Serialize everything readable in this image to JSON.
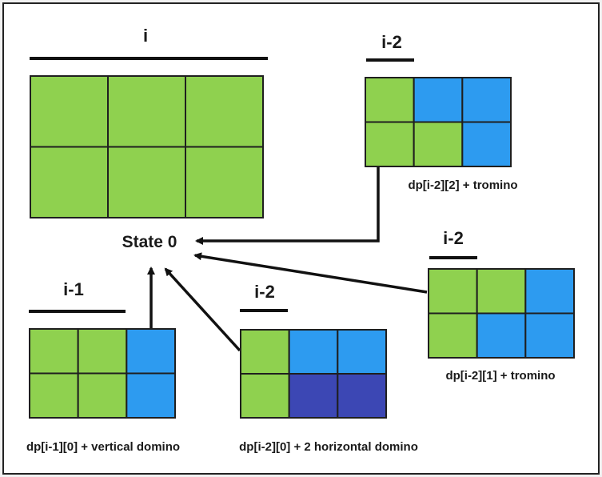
{
  "colors": {
    "green": "#8fd14f",
    "blue": "#2d9bf0",
    "indigo": "#3c47b4",
    "stroke": "#1f1f1f",
    "ink": "#1a1a1a"
  },
  "diagram": {
    "center": {
      "label": "State 0"
    },
    "blocks": [
      {
        "id": "main",
        "header": "i",
        "caption": "",
        "grid": [
          [
            "green",
            "green",
            "green"
          ],
          [
            "green",
            "green",
            "green"
          ]
        ]
      },
      {
        "id": "top-right",
        "header": "i-2",
        "caption": "dp[i-2][2] + tromino",
        "grid": [
          [
            "green",
            "blue",
            "blue"
          ],
          [
            "green",
            "green",
            "blue"
          ]
        ]
      },
      {
        "id": "right",
        "header": "i-2",
        "caption": "dp[i-2][1] + tromino",
        "grid": [
          [
            "green",
            "green",
            "blue"
          ],
          [
            "green",
            "blue",
            "blue"
          ]
        ]
      },
      {
        "id": "bottom-left",
        "header": "i-1",
        "caption": "dp[i-1][0] + vertical domino",
        "grid": [
          [
            "green",
            "green",
            "blue"
          ],
          [
            "green",
            "green",
            "blue"
          ]
        ]
      },
      {
        "id": "bottom-middle",
        "header": "i-2",
        "caption": "dp[i-2][0] + 2 horizontal domino",
        "grid": [
          [
            "green",
            "blue",
            "blue"
          ],
          [
            "green",
            "indigo",
            "indigo"
          ]
        ]
      }
    ]
  }
}
